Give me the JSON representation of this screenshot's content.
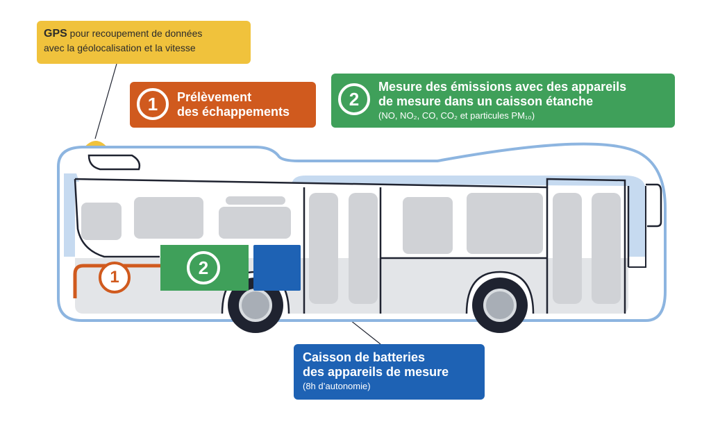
{
  "gps": {
    "strong": "GPS",
    "text_line1": " pour recoupement de données",
    "text_line2": "avec la géolocalisation et la vitesse"
  },
  "step1": {
    "number": "1",
    "line1": "Prélèvement",
    "line2": "des échappements"
  },
  "step2": {
    "number": "2",
    "line1": "Mesure des émissions avec des appareils",
    "line2": "de mesure dans un caisson étanche",
    "sub": "(NO, NO₂, CO, CO₂ et particules PM₁₀)"
  },
  "battery": {
    "line1": "Caisson de batteries",
    "line2": "des appareils de mesure",
    "sub": "(8h d’autonomie)"
  },
  "colors": {
    "gps": "#f0c23c",
    "sampling": "#d05a1e",
    "measurement": "#3fa05a",
    "battery": "#1e62b4",
    "bus_outline": "#8db5e0",
    "bus_body": "#e3e5e8",
    "bus_line": "#1f2330"
  }
}
